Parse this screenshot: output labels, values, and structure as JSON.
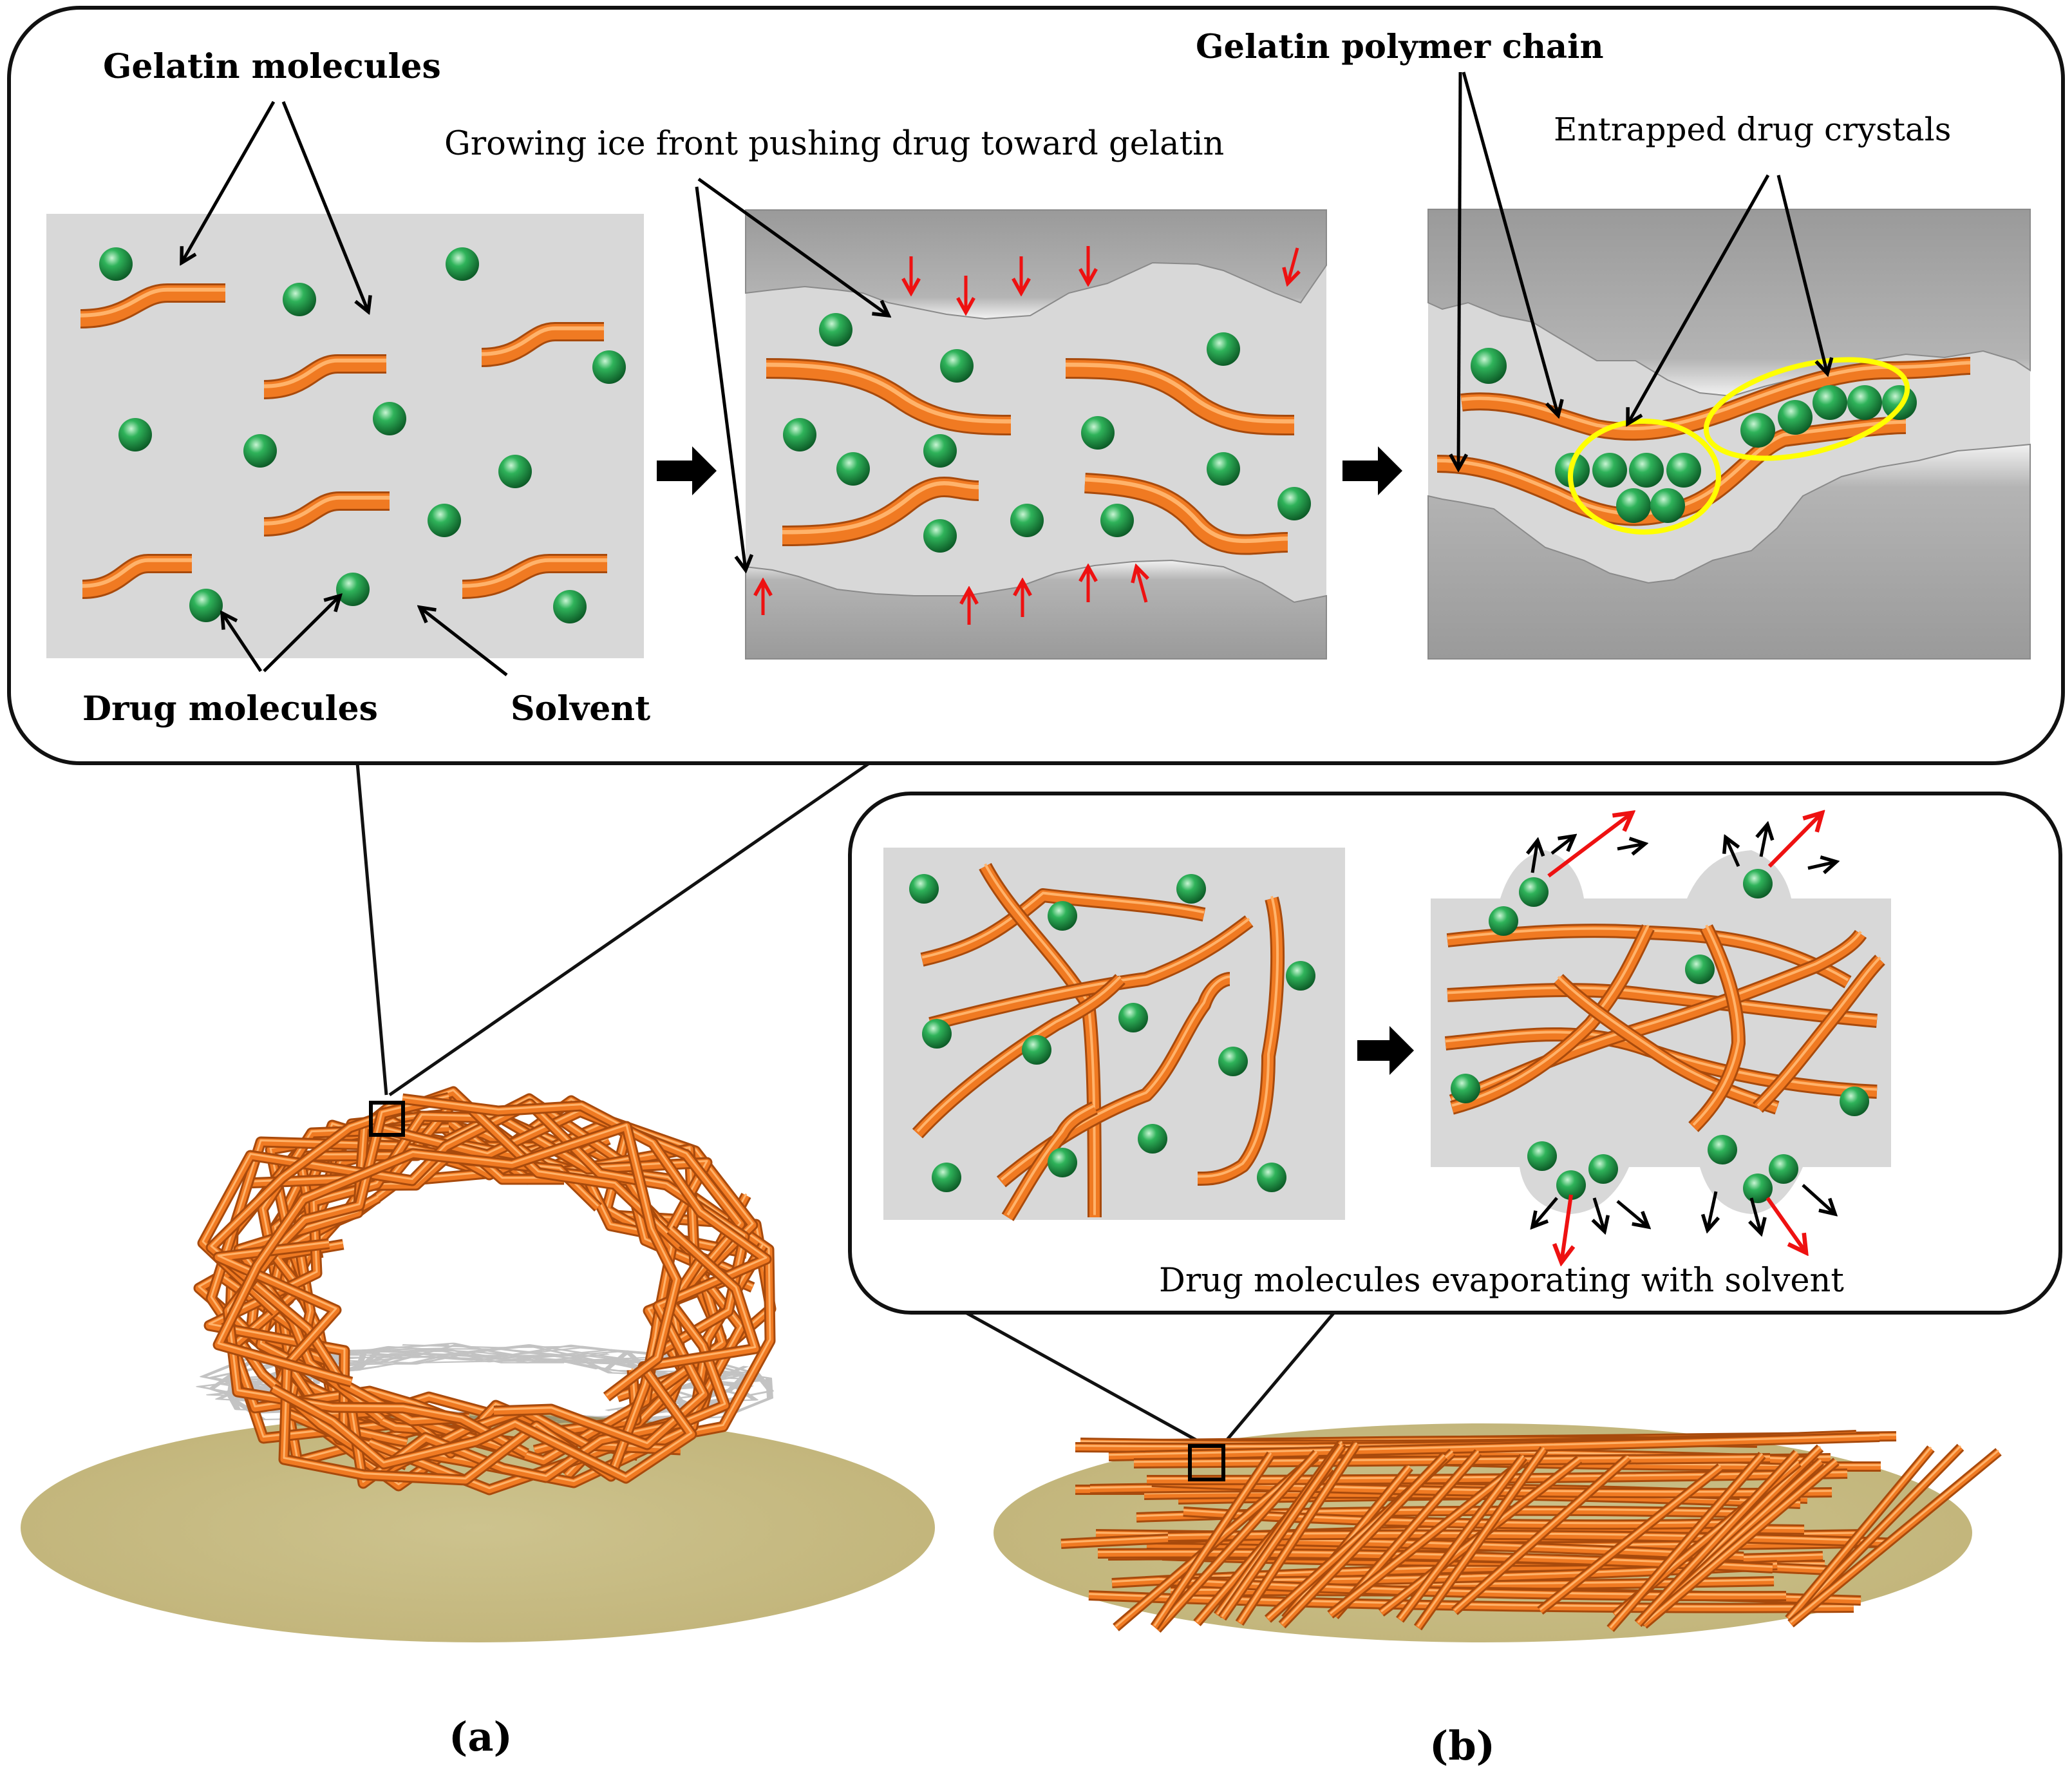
{
  "colors": {
    "callout_border": "#111111",
    "panel_gray": "#d8d8d8",
    "ice_gray": "#a9a9a9",
    "fiber_orange": "#f07a22",
    "fiber_dark": "#a84a0c",
    "drug_green": "#1f9a45",
    "base_tan": "#c8bd86",
    "arrow_red": "#ee1111",
    "ellipse_yellow": "#ffff00"
  },
  "icons": [
    "process-arrow-icon",
    "ice-push-arrow-icon",
    "evaporation-arrow-icon"
  ],
  "top_panel": {
    "labels": {
      "gelatin_molecules": "Gelatin molecules",
      "growing_ice_front": "Growing ice front pushing drug toward gelatin",
      "gelatin_polymer_chain": "Gelatin polymer chain",
      "entrapped_drug_crystals": "Entrapped drug crystals",
      "drug_molecules": "Drug molecules",
      "solvent": "Solvent"
    }
  },
  "bottom_right_panel": {
    "labels": {
      "evaporating": "Drug molecules evaporating with solvent"
    }
  },
  "captions": {
    "a": "(a)",
    "b": "(b)"
  }
}
